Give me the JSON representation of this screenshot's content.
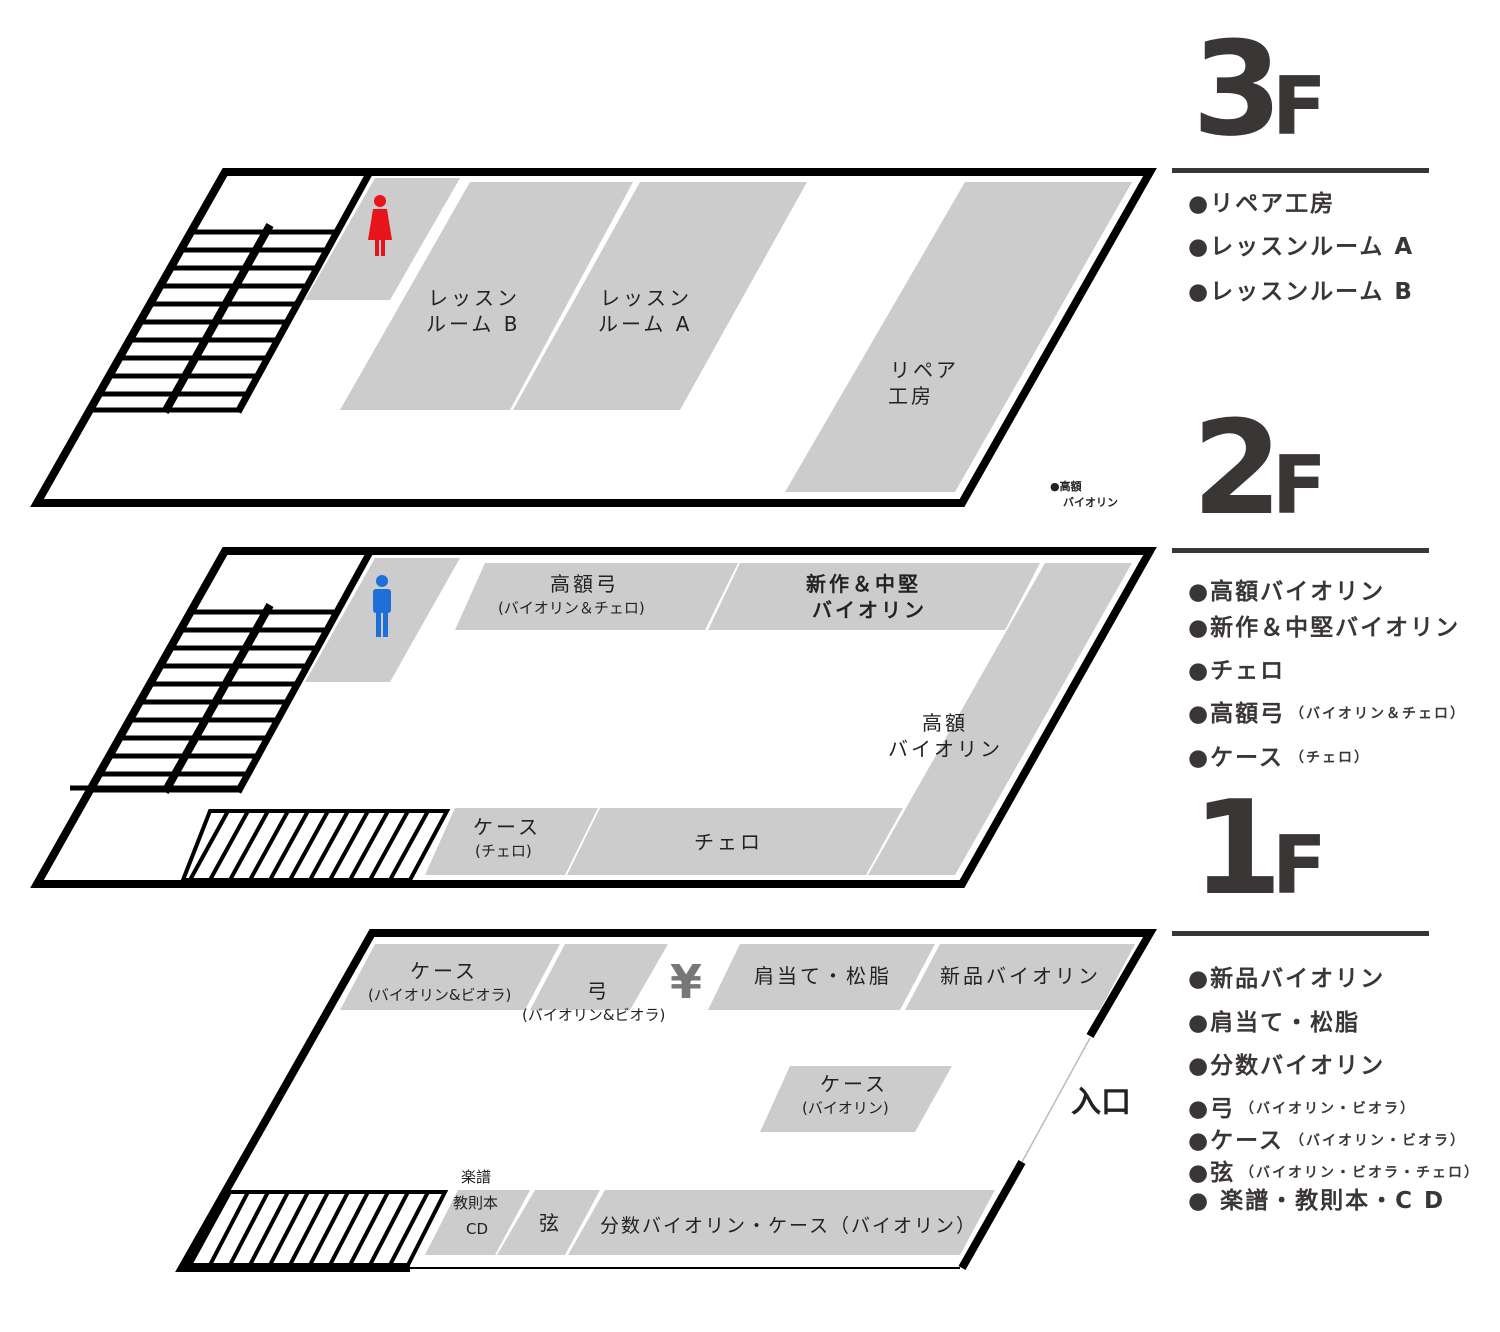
{
  "floors": {
    "f3": {
      "num": "3",
      "f": "F",
      "rooms": {
        "lesson_b": [
          "レッスン",
          "ルーム B"
        ],
        "lesson_a": [
          "レッスン",
          "ルーム A"
        ],
        "repair": [
          "リペア",
          "工房"
        ]
      },
      "legend": [
        "●リペア工房",
        "●レッスンルーム A",
        "●レッスンルーム B"
      ]
    },
    "f2": {
      "num": "2",
      "f": "F",
      "rooms": {
        "bow": [
          "高額弓",
          "(バイオリン＆チェロ)"
        ],
        "new_violin": [
          "新作＆中堅",
          "バイオリン"
        ],
        "high_violin": [
          "高額",
          "バイオリン"
        ],
        "case": [
          "ケース",
          "(チェロ)"
        ],
        "cello": "チェロ"
      },
      "note": [
        "●高額",
        "バイオリン"
      ],
      "legend": [
        {
          "main": "●高額バイオリン"
        },
        {
          "main": "●新作＆中堅バイオリン"
        },
        {
          "main": "●チェロ"
        },
        {
          "main": "●高額弓",
          "sub": "（バイオリン＆チェロ）"
        },
        {
          "main": "●ケース",
          "sub": "（チェロ）"
        }
      ]
    },
    "f1": {
      "num": "1",
      "f": "F",
      "rooms": {
        "case_vv": [
          "ケース",
          "(バイオリン&ビオラ)"
        ],
        "bow": [
          "弓",
          "(バイオリン&ビオラ)"
        ],
        "yen": "¥",
        "shoulder": "肩当て・松脂",
        "new_violin": "新品バイオリン",
        "case_v": [
          "ケース",
          "(バイオリン)"
        ],
        "sheet": [
          "楽譜",
          "教則本",
          "CD"
        ],
        "string": "弦",
        "fraction": "分数バイオリン・ケース（バイオリン）",
        "entrance": "入口"
      },
      "legend": [
        {
          "main": "●新品バイオリン"
        },
        {
          "main": "●肩当て・松脂"
        },
        {
          "main": "●分数バイオリン"
        },
        {
          "main": "●弓",
          "sub": "（バイオリン・ビオラ）"
        },
        {
          "main": "●ケース",
          "sub": "（バイオリン・ビオラ）"
        },
        {
          "main": "●弦",
          "sub": "（バイオリン・ビオラ・チェロ）"
        },
        {
          "main": "● 楽譜・教則本・C D"
        }
      ]
    }
  },
  "colors": {
    "female": "#e8141b",
    "male": "#1e6fd8",
    "room": "#cccccc",
    "heading": "#3a3636"
  }
}
